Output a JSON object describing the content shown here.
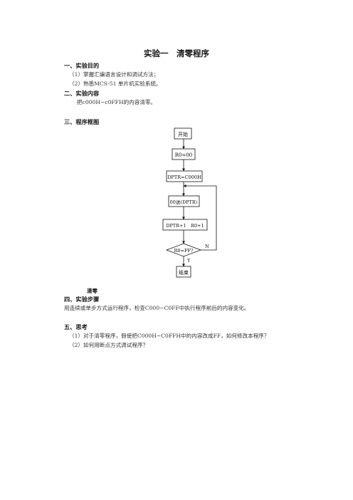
{
  "title": "实验一　清零程序",
  "section1": {
    "heading": "一、实验目的",
    "items": [
      "（1）掌握汇编语言设计和调试方法；",
      "（2）熟悉MCS-51 单片机实验系统。"
    ]
  },
  "section2": {
    "heading": "二、实验内容",
    "text": "把c000H~c0FFH的内容清零。"
  },
  "section3": {
    "heading": "三、程序框图",
    "flowchart": {
      "start": "开始",
      "init_r0": "R0=00",
      "init_dptr": "DPTR=C000H",
      "clear": "00送(DPTR)",
      "increment": "DPTR+1　R0+1",
      "decision": "R0=FF?",
      "yes": "Y",
      "no": "N",
      "end": "结束"
    },
    "figure_label": "清零"
  },
  "section4": {
    "heading": "四、实验步骤",
    "text": "用连续或单步方式运行程序，检查C000~C0FF中执行程序前后的内容变化。"
  },
  "section5": {
    "heading": "五、思考",
    "items": [
      "（1）对于清零程序，假使把C000H~C0FFH中的内容改成FF，如何修改本程序？",
      "（2）如何用断点方式调试程序？"
    ]
  }
}
